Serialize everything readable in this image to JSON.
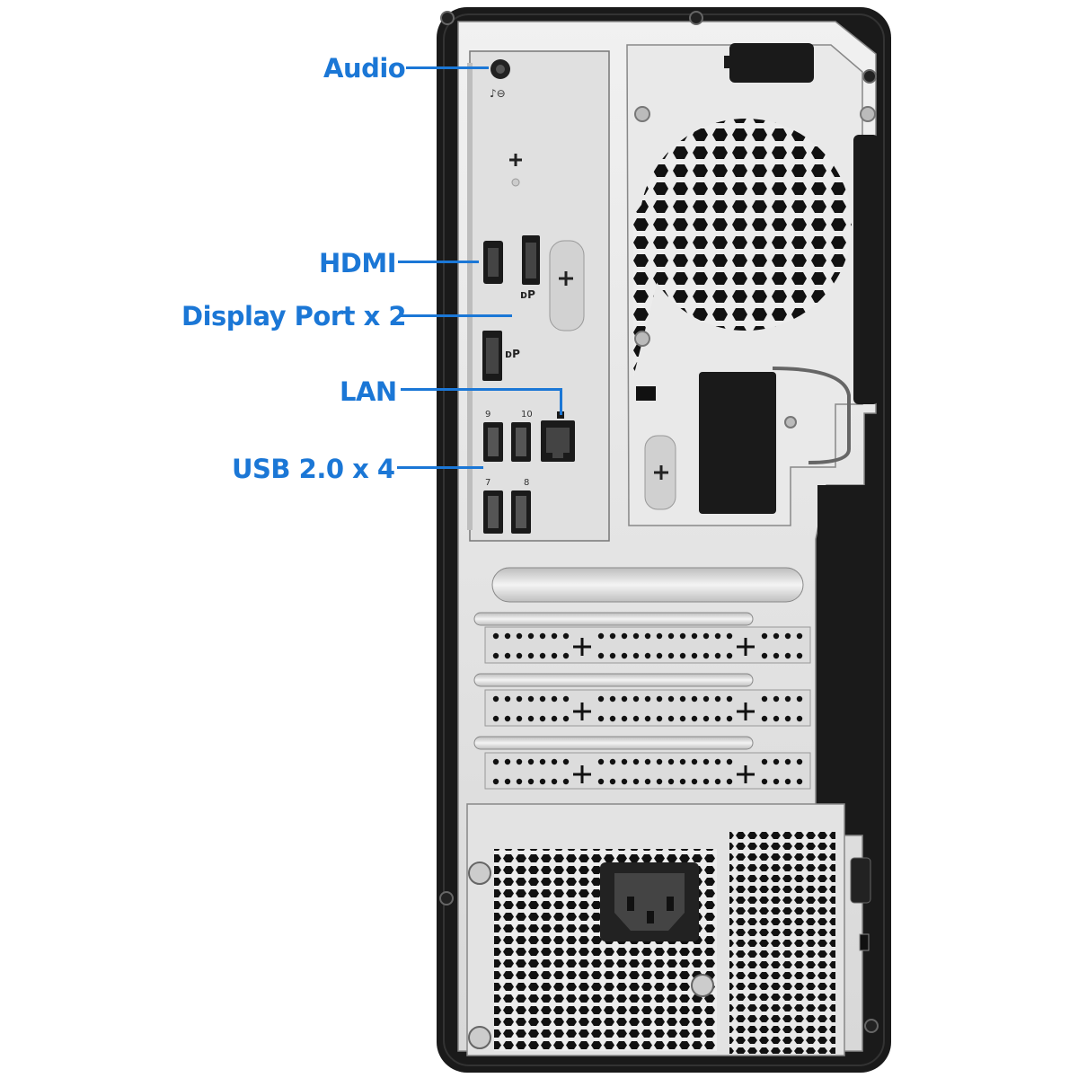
{
  "callouts": [
    {
      "id": "audio",
      "label": "Audio"
    },
    {
      "id": "hdmi",
      "label": "HDMI"
    },
    {
      "id": "displayport",
      "label": "Display Port x 2"
    },
    {
      "id": "lan",
      "label": "LAN"
    },
    {
      "id": "usb",
      "label": "USB 2.0 x 4"
    }
  ],
  "port_markings": {
    "usb_top_left": "9",
    "usb_top_right": "10",
    "usb_bottom_left": "7",
    "usb_bottom_right": "8"
  },
  "colors": {
    "callout_blue": "#1b77d6",
    "chassis_black": "#1a1a1a",
    "panel_silver": "#e4e4e4"
  }
}
